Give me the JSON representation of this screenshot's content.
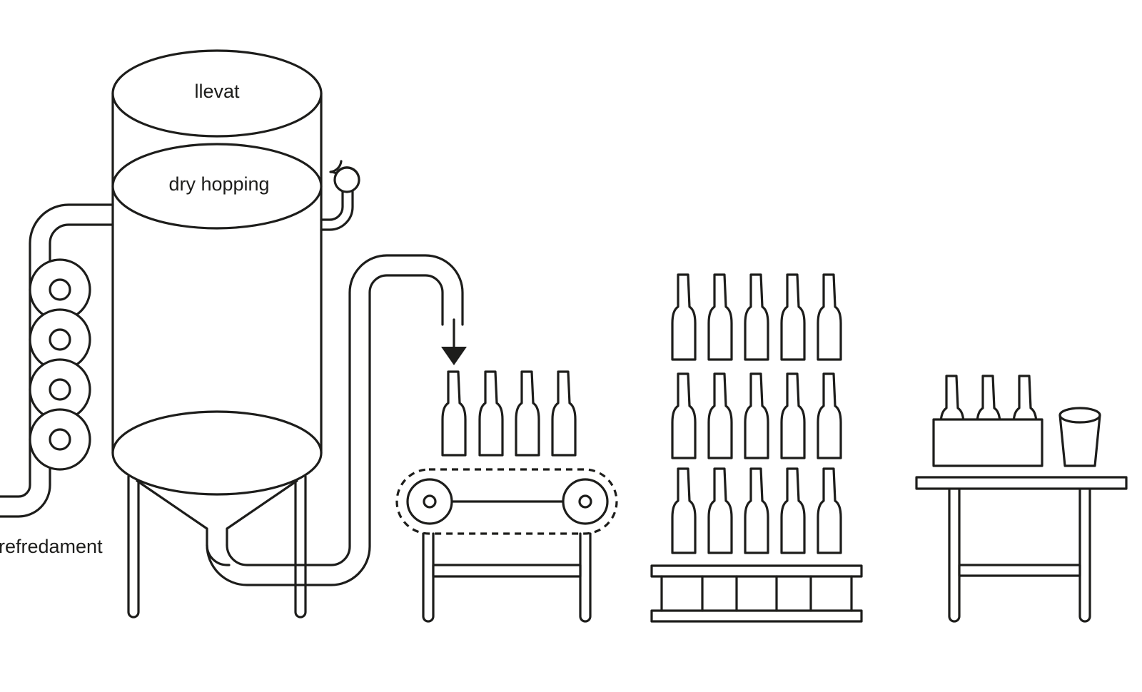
{
  "labels": {
    "top": "llevat",
    "middle": "dry hopping",
    "cooling": "refredament"
  },
  "colors": {
    "stroke": "#1d1d1b",
    "background": "#ffffff"
  },
  "icons": [
    "fermentation-tank-icon",
    "cooling-coil-icon",
    "pressure-gauge-icon",
    "conveyor-belt-icon",
    "bottle-icon",
    "pallet-icon",
    "beer-crate-icon",
    "beer-glass-icon",
    "table-icon",
    "down-arrow-icon"
  ]
}
